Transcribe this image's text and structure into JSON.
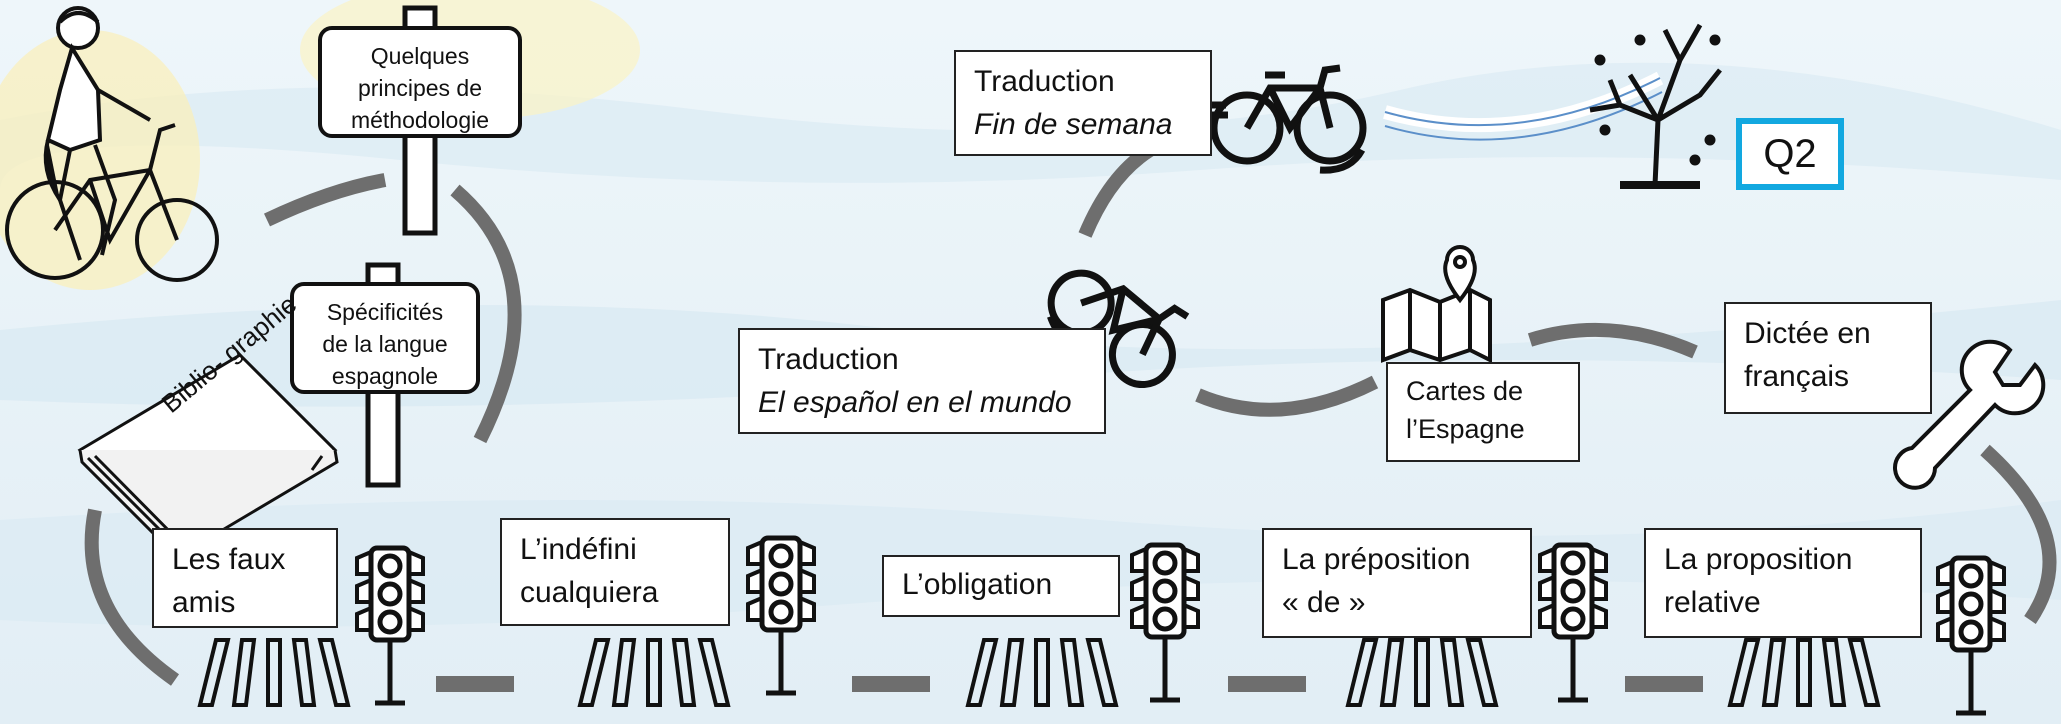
{
  "signs": {
    "methodology": [
      "Quelques",
      "principes de",
      "méthodologie"
    ],
    "specificities": [
      "Spécificités",
      "de la langue",
      "espagnole"
    ]
  },
  "book": {
    "label_line1": "Biblio-",
    "label_line2": "graphie"
  },
  "lessons": [
    {
      "line1": "Les faux",
      "line2": "amis"
    },
    {
      "line1": "L’indéfini",
      "line2": "cualquiera"
    },
    {
      "line1": "L’obligation",
      "line2": ""
    },
    {
      "line1": "La préposition",
      "line2": "« de »"
    },
    {
      "line1": "La proposition",
      "line2": "relative"
    }
  ],
  "activities": {
    "translation1": {
      "title": "Traduction",
      "subtitle": "Fin de semana"
    },
    "translation2": {
      "title": "Traduction",
      "subtitle": "El español en el mundo"
    },
    "maps": {
      "line1": "Cartes de",
      "line2": "l’Espagne"
    },
    "dictation": {
      "line1": "Dictée en",
      "line2": "français"
    }
  },
  "checkpoint": {
    "label": "Q2"
  },
  "colors": {
    "track": "#6e6e6e",
    "q2_border": "#12a8e0",
    "background": "#eaf3f8"
  },
  "icons": [
    "cyclist-icon",
    "signpost-icon",
    "book-icon",
    "traffic-light-icon",
    "crosswalk-icon",
    "bicycle-icon",
    "map-icon",
    "wrench-icon",
    "tree-icon"
  ]
}
